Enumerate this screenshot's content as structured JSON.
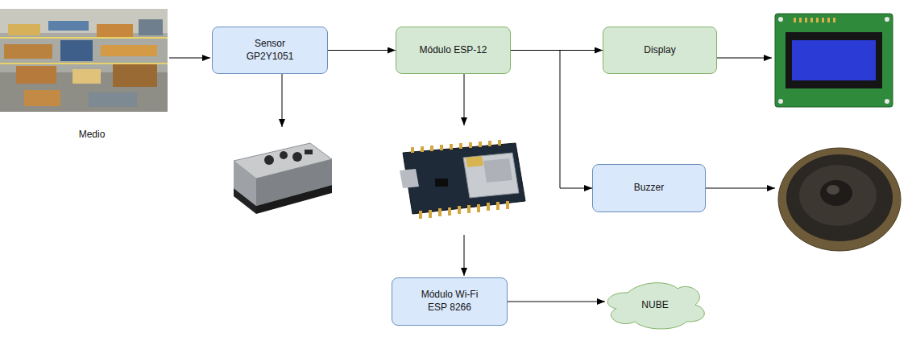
{
  "diagram": {
    "nodes": [
      {
        "text": [
          "Sensor GP2Y1051"
        ]
      },
      {
        "text": [
          "Módulo ESP-12"
        ]
      },
      {
        "text": [
          "Display"
        ]
      },
      {
        "text": [
          "Buzzer"
        ]
      },
      {
        "text": [
          "Módulo Wi-Fi ESP 8266"
        ]
      },
      {
        "text": [
          "NUBE"
        ]
      }
    ],
    "edges": [
      {
        "from": 0,
        "to": 1,
        "arrow": "to"
      },
      {
        "from": 1,
        "to": 2,
        "arrow": "to"
      },
      {
        "from": 1,
        "to": 3,
        "arrow": "to"
      },
      {
        "from": 4,
        "to": 5,
        "arrow": "to"
      }
    ],
    "labels": [
      "Medio"
    ]
  }
}
